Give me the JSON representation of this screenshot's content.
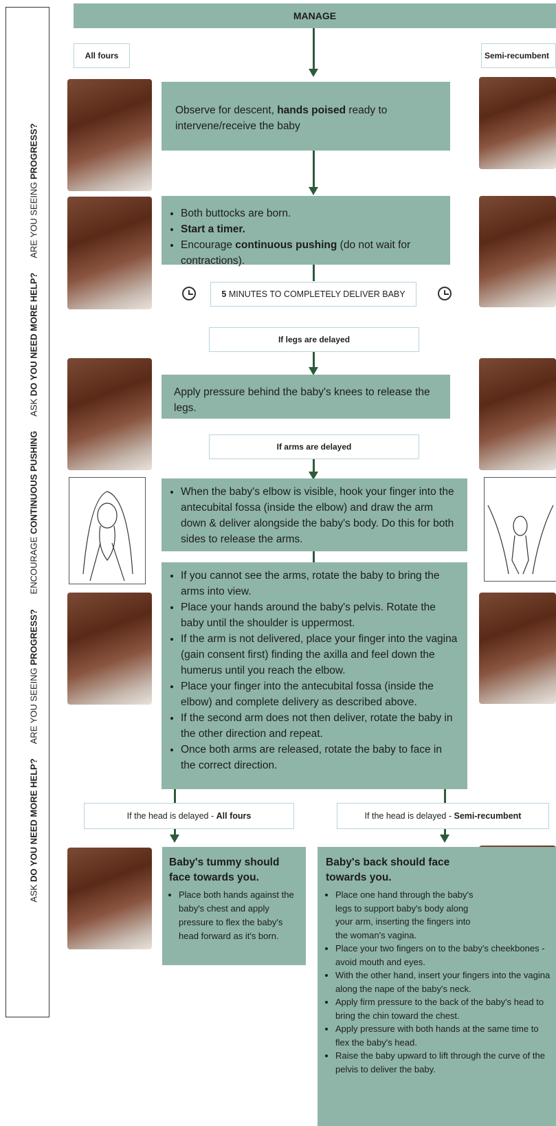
{
  "side_label": {
    "segments": [
      {
        "text": "ASK ",
        "bold": false
      },
      {
        "text": "DO YOU NEED MORE HELP?",
        "bold": true
      },
      {
        "text": "      ARE YOU SEEING ",
        "bold": false
      },
      {
        "text": "PROGRESS?",
        "bold": true
      },
      {
        "text": "      ENCOURAGE ",
        "bold": false
      },
      {
        "text": "CONTINUOUS PUSHING",
        "bold": true
      },
      {
        "text": "      ASK ",
        "bold": false
      },
      {
        "text": "DO YOU NEED MORE HELP?",
        "bold": true
      },
      {
        "text": "      ARE YOU SEEING ",
        "bold": false
      },
      {
        "text": "PROGRESS?",
        "bold": true
      }
    ]
  },
  "header": {
    "title": "MANAGE"
  },
  "positions": {
    "left": "All fours",
    "right": "Semi-recumbent"
  },
  "step1": {
    "pre": "Observe for descent, ",
    "bold": "hands poised",
    "post": " ready to intervene/receive the baby"
  },
  "step2": {
    "b1": "Both buttocks are born.",
    "b2": "Start a timer.",
    "b3_pre": "Encourage ",
    "b3_bold": "continuous pushing",
    "b3_post": " (do not wait for contractions)."
  },
  "timer_text": {
    "bold": "5",
    "rest": " MINUTES TO COMPLETELY DELIVER BABY"
  },
  "legs_delayed": "If legs are delayed",
  "step3": "Apply pressure behind the baby's knees to release the legs.",
  "arms_delayed": "If arms are delayed",
  "step4": "When the baby's elbow is visible, hook your finger into the antecubital fossa (inside the elbow) and draw the arm down & deliver alongside the baby's body. Do this for both sides to release the arms.",
  "step5": [
    "If you cannot see the arms, rotate the baby to bring the arms into view.",
    "Place your hands around the baby's pelvis. Rotate the baby until the shoulder is uppermost.",
    "If the arm is not delivered, place your finger into the vagina (gain consent first) finding the axilla and feel down the humerus until you reach the elbow.",
    "Place your finger into the antecubital fossa (inside the elbow) and complete delivery as described above.",
    "If the second arm does not then deliver, rotate the baby in the other direction and repeat.",
    "Once both arms are released, rotate the baby to face in the correct direction."
  ],
  "head_left": {
    "pre": "If the head is delayed - ",
    "bold": "All fours"
  },
  "head_right": {
    "pre": "If the head is delayed - ",
    "bold": "Semi-recumbent"
  },
  "left_final": {
    "title": "Baby's tummy should face towards you.",
    "items": [
      "Place both hands against the baby's chest and apply pressure to flex the baby's head forward as it's born."
    ]
  },
  "right_final": {
    "title": "Baby's back should face towards you.",
    "items": [
      "Place one hand through the baby's legs to support baby's body along your arm, inserting the fingers into the woman's vagina.",
      "Place your two fingers on to the baby's cheekbones - avoid mouth and eyes.",
      "With the other hand, insert your fingers into the vagina along the nape of the baby's neck.",
      "Apply firm pressure to the back of the baby's head to bring the chin toward the chest.",
      "Apply pressure with both hands at the same time to flex the baby's head.",
      "Raise the baby upward to lift through the curve of the pelvis to deliver the baby."
    ]
  },
  "colors": {
    "box": "#8fb5a8",
    "arrow": "#2e5b3b",
    "label_border": "#b9d3de"
  }
}
